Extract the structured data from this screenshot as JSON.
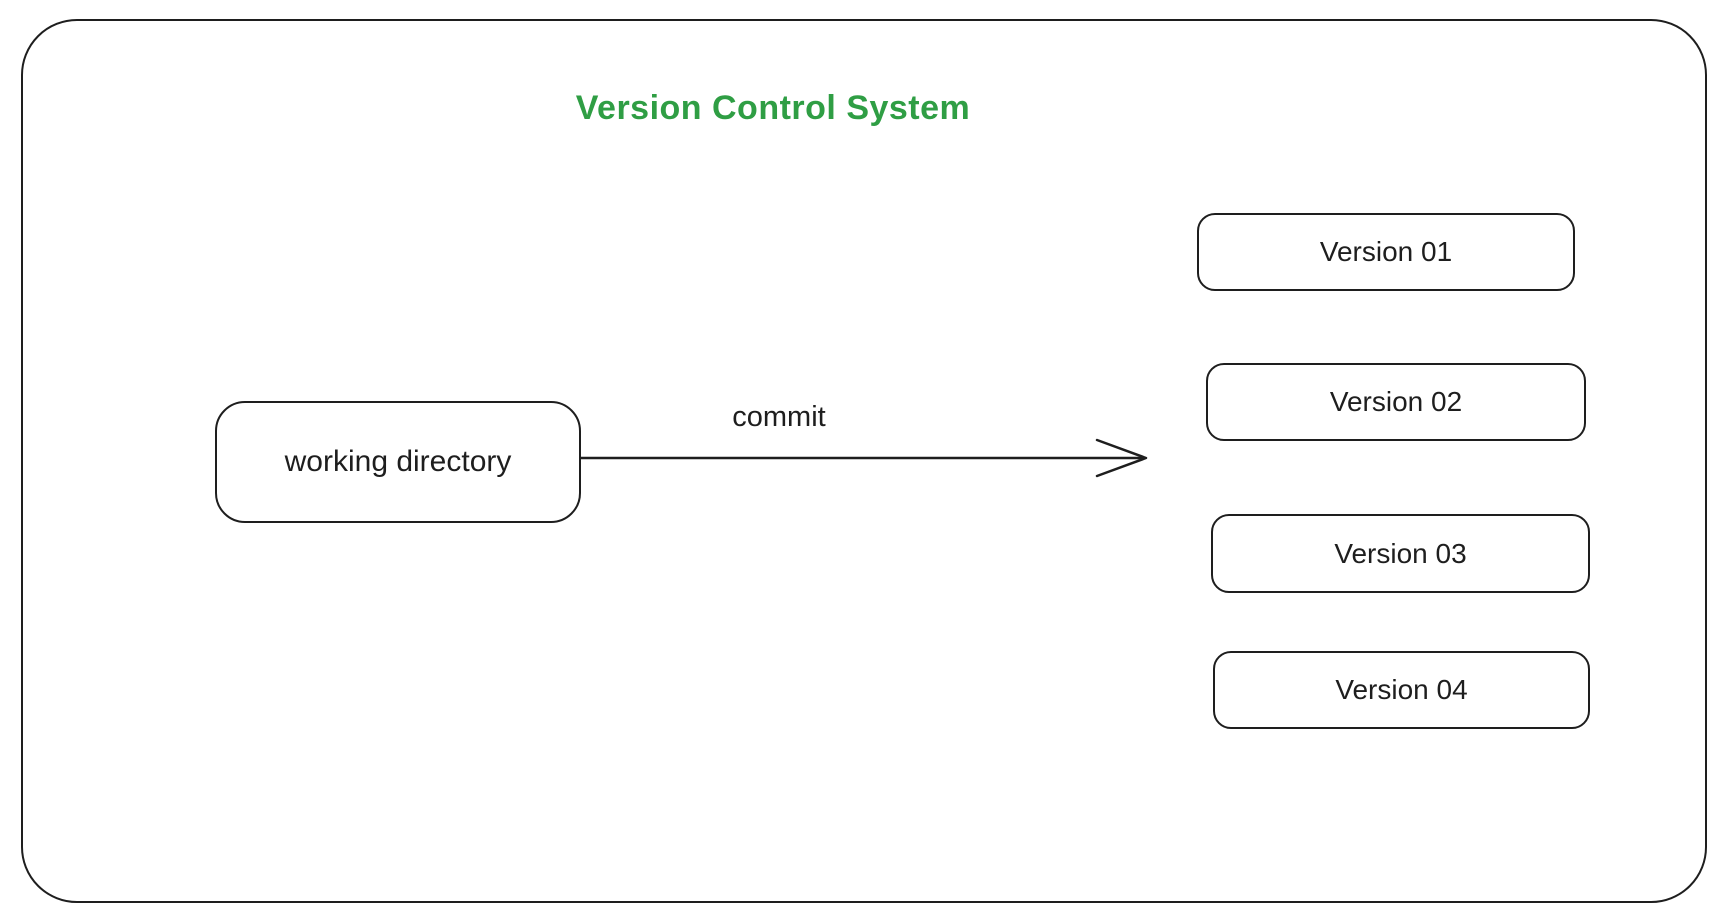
{
  "diagram": {
    "title": "Version Control System",
    "nodes": {
      "working_directory": "working directory"
    },
    "edge": {
      "label": "commit"
    },
    "versions": [
      {
        "label": "Version 01"
      },
      {
        "label": "Version 02"
      },
      {
        "label": "Version 03"
      },
      {
        "label": "Version 04"
      }
    ],
    "colors": {
      "accent_green": "#2f9e44",
      "ink": "#1e1e1e",
      "background": "#ffffff"
    }
  }
}
